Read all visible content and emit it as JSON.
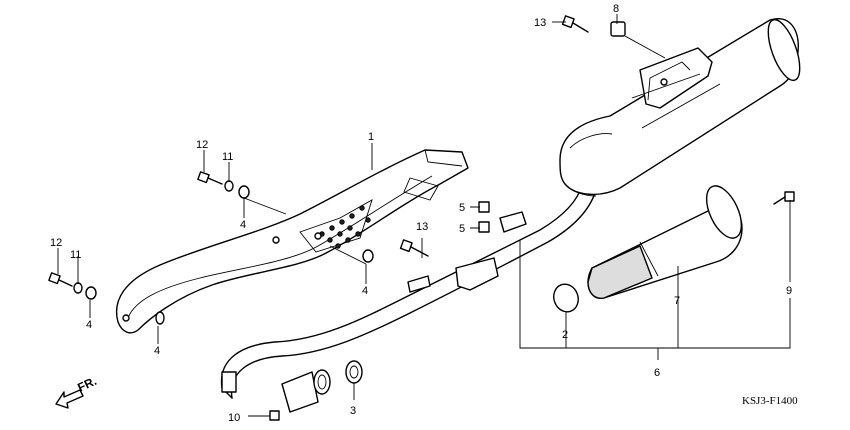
{
  "diagram": {
    "code": "KSJ3-F1400",
    "direction_label": "FR.",
    "callouts": {
      "c1": "1",
      "c2": "2",
      "c3": "3",
      "c4a": "4",
      "c4b": "4",
      "c4c": "4",
      "c4d": "4",
      "c5a": "5",
      "c5b": "5",
      "c6": "6",
      "c7": "7",
      "c8": "8",
      "c9": "9",
      "c10": "10",
      "c11a": "11",
      "c11b": "11",
      "c12a": "12",
      "c12b": "12",
      "c13a": "13",
      "c13b": "13"
    }
  }
}
